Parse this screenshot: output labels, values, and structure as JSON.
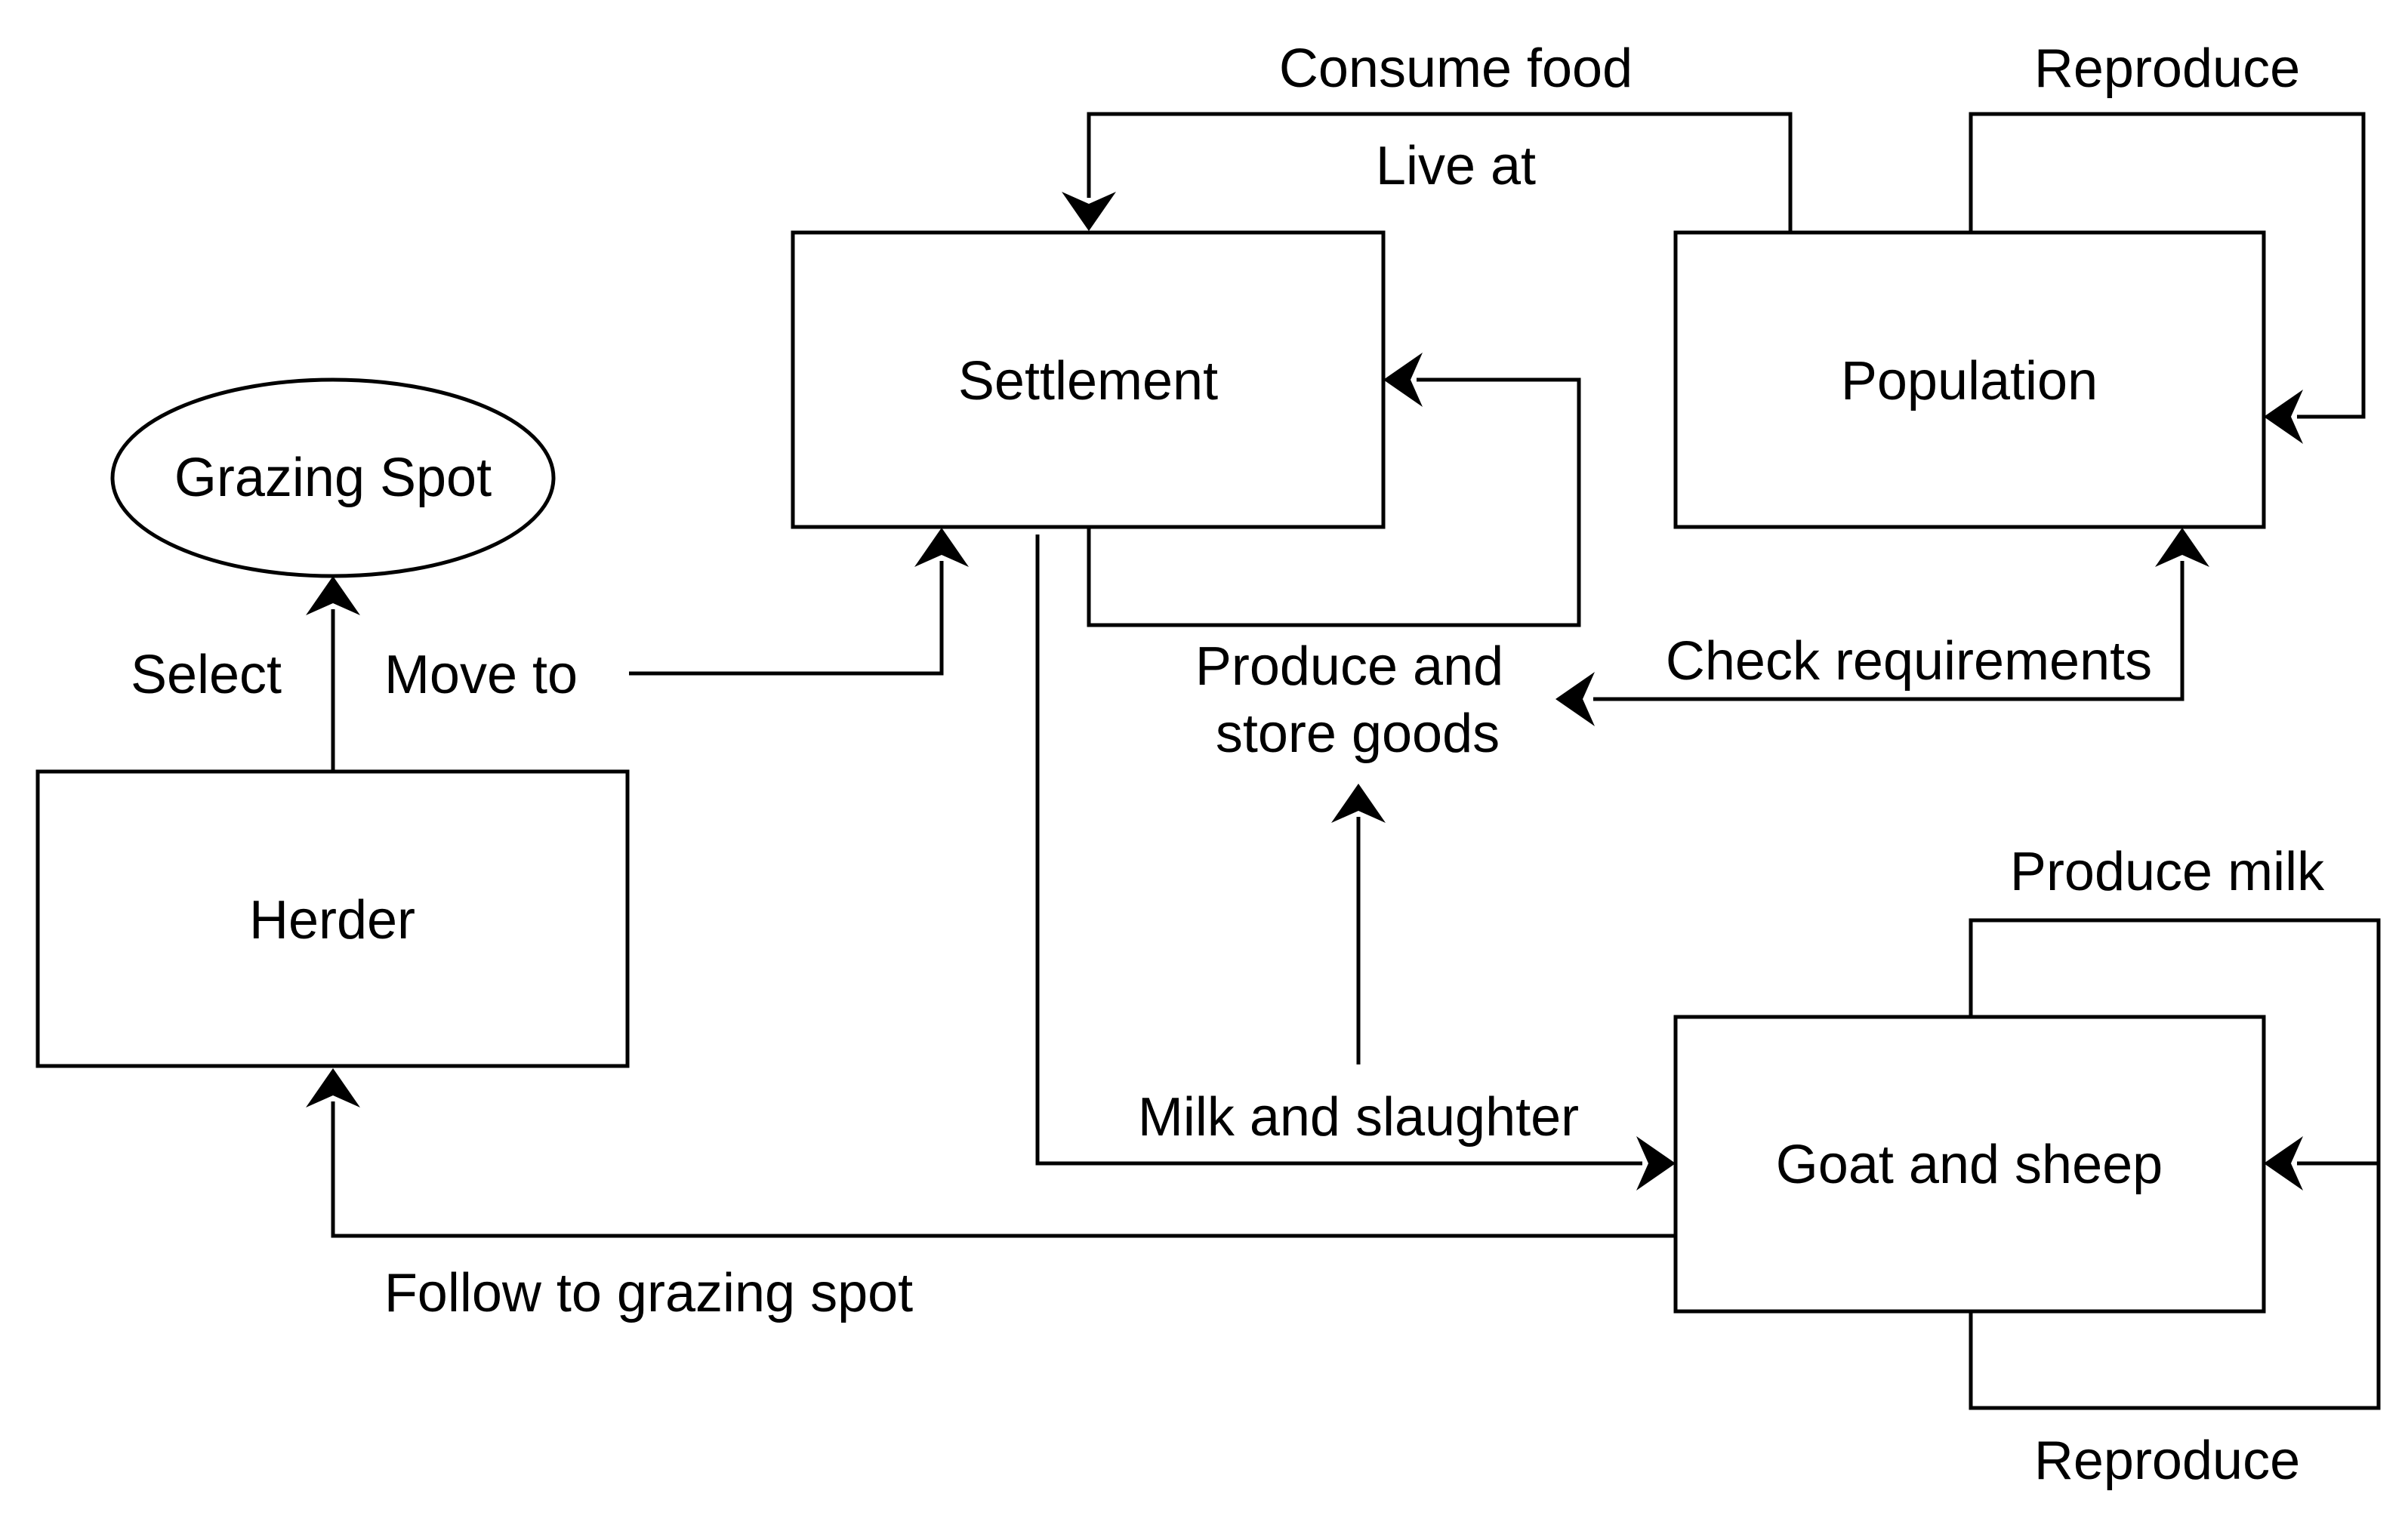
{
  "nodes": {
    "settlement": {
      "label": "Settlement"
    },
    "population": {
      "label": "Population"
    },
    "grazing_spot": {
      "label": "Grazing Spot"
    },
    "herder": {
      "label": "Herder"
    },
    "goat_and_sheep": {
      "label": "Goat and sheep"
    }
  },
  "edges": {
    "consume_food": {
      "label": "Consume food",
      "from": "Population",
      "to": "Settlement"
    },
    "live_at": {
      "label": "Live at",
      "from": "Population",
      "to": "Settlement"
    },
    "reproduce_population": {
      "label": "Reproduce",
      "from": "Population",
      "to": "Population"
    },
    "select": {
      "label": "Select",
      "from": "Herder",
      "to": "Grazing Spot"
    },
    "move_to": {
      "label": "Move to",
      "from": "Herder",
      "to": "Settlement"
    },
    "produce_and_store_goods": {
      "label_line1": "Produce and",
      "label_line2": "store goods",
      "from": "Settlement",
      "to": "Settlement"
    },
    "check_requirements": {
      "label": "Check requirements",
      "from": "Population",
      "to": "Produce and store goods"
    },
    "produce_milk": {
      "label": "Produce milk",
      "from": "Goat and sheep",
      "to": "Goat and sheep"
    },
    "milk_and_slaughter": {
      "label": "Milk and slaughter",
      "from": "Settlement",
      "to": "Goat and sheep"
    },
    "follow_to_grazing_spot": {
      "label": "Follow to grazing spot",
      "from": "Goat and sheep",
      "to": "Herder"
    },
    "reproduce_goat": {
      "label": "Reproduce",
      "from": "Goat and sheep",
      "to": "Goat and sheep"
    }
  }
}
